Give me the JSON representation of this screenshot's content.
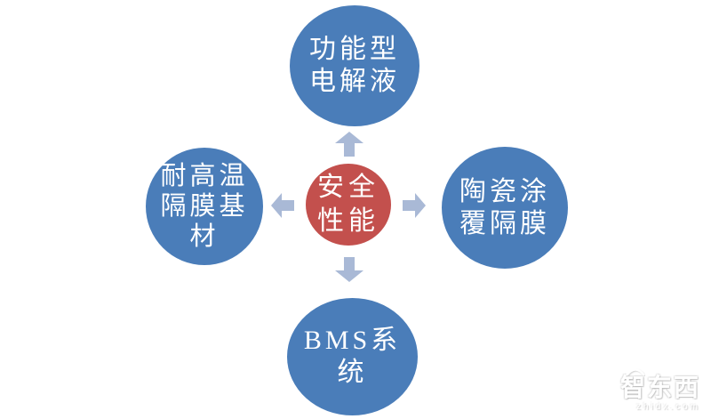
{
  "diagram": {
    "background": "#ffffff",
    "text_color": "#ffffff",
    "arrow_color": "#a9b9d6",
    "center_node": {
      "text": "安全性能",
      "lines": [
        "安全",
        "性能"
      ],
      "fill": "#c3504d"
    },
    "nodes": [
      {
        "position": "top",
        "text": "功能型电解液",
        "lines": [
          "功能型",
          "电解液"
        ],
        "fill": "#4a7db9"
      },
      {
        "position": "left",
        "text": "耐高温隔膜基材",
        "lines": [
          "耐高温",
          "隔膜基",
          "材"
        ],
        "fill": "#4a7db9"
      },
      {
        "position": "right",
        "text": "陶瓷涂覆隔膜",
        "lines": [
          "陶瓷涂",
          "覆隔膜"
        ],
        "fill": "#4a7db9"
      },
      {
        "position": "bottom",
        "text": "BMS系统",
        "lines": [
          "BMS系",
          "统"
        ],
        "fill": "#4a7db9"
      }
    ],
    "arrows": [
      {
        "direction": "up"
      },
      {
        "direction": "left"
      },
      {
        "direction": "right"
      },
      {
        "direction": "down"
      }
    ]
  },
  "watermark": {
    "brand": "智东西",
    "domain": "zhidx.com"
  }
}
